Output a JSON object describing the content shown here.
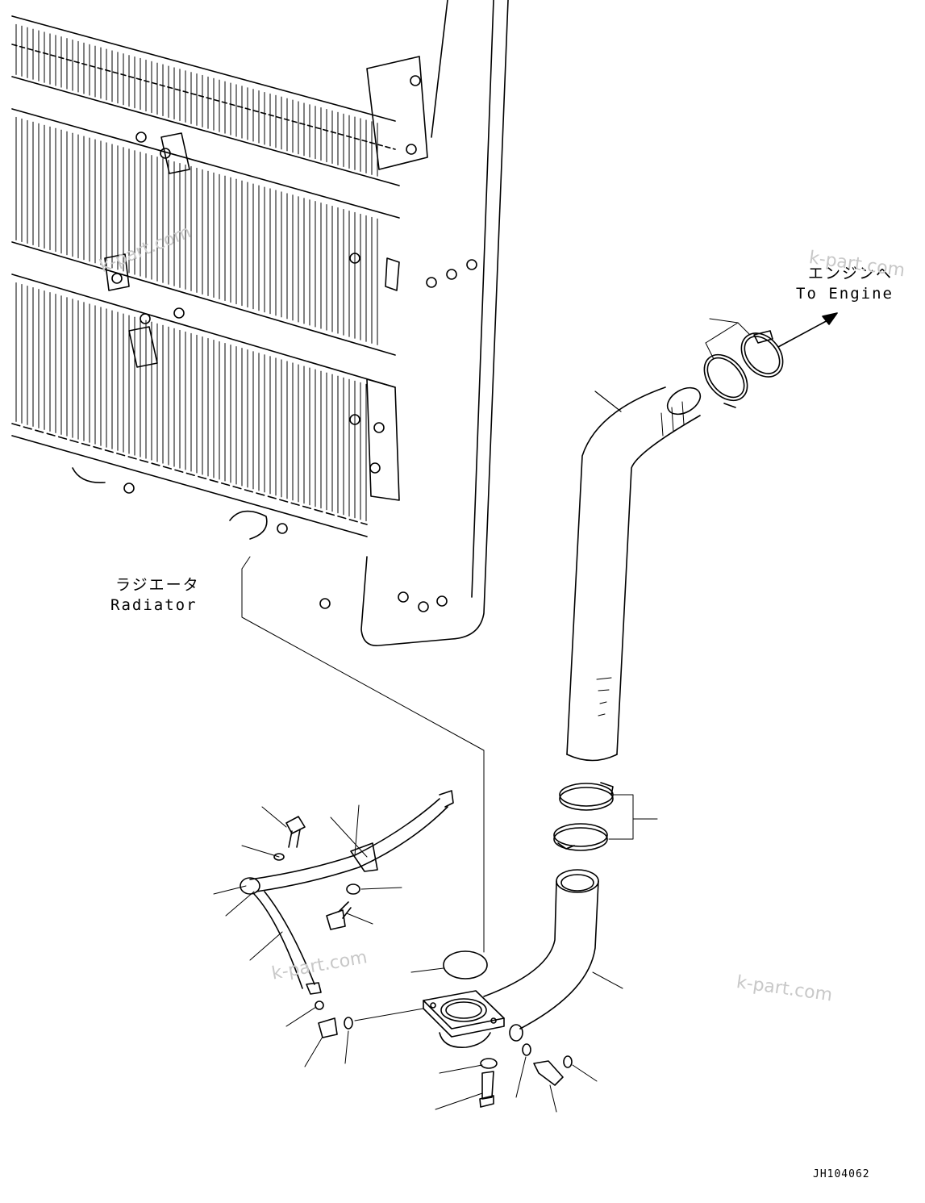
{
  "labels": {
    "engine_jp": "エンジンへ",
    "engine_en": "To Engine",
    "radiator_jp": "ラジエータ",
    "radiator_en": "Radiator"
  },
  "watermark": "k-part.com",
  "drawing_code": "JH104062",
  "colors": {
    "line": "#000000",
    "background": "#ffffff",
    "watermark": "#c8c8c8"
  }
}
